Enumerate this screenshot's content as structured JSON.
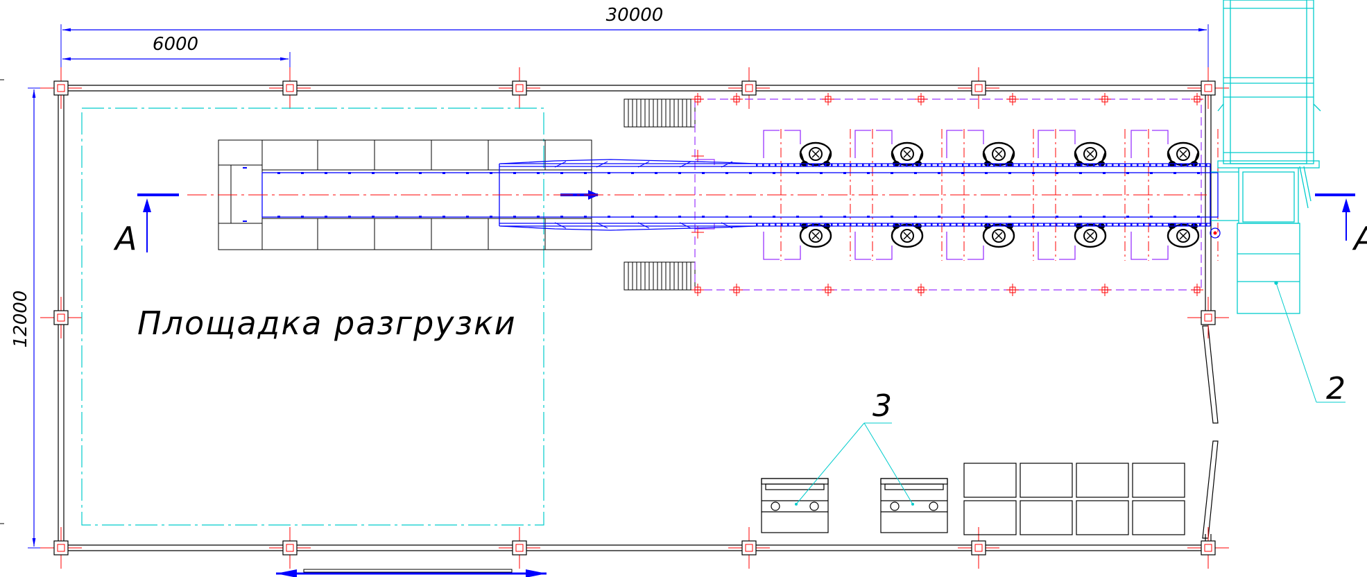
{
  "dimensions": {
    "overall_length": "30000",
    "bay_width": "6000",
    "overall_width": "12000"
  },
  "section": {
    "left_mark": "A",
    "right_mark": "A"
  },
  "labels": {
    "unloading_area": "Площадка разгрузки",
    "callout_2": "2",
    "callout_3": "3"
  },
  "colors": {
    "outline": "#000000",
    "dimension": "#0000ff",
    "axis": "#ff0000",
    "zone": "#00cccc",
    "workstation": "#9933ff",
    "conveyor": "#0000ff"
  }
}
